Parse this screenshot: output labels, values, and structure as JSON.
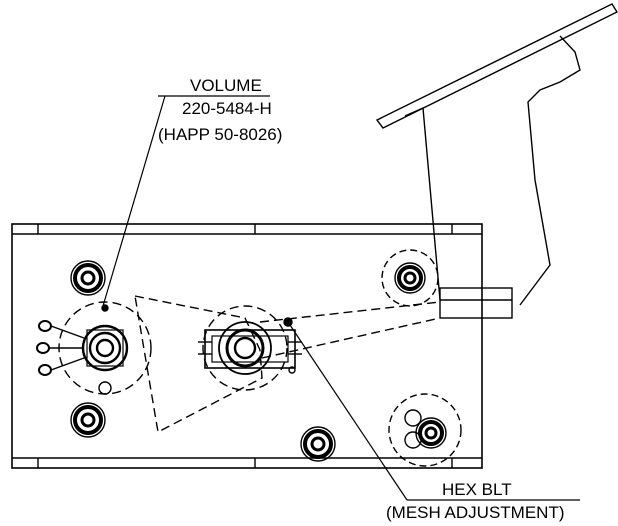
{
  "callouts": {
    "volume": {
      "name": "VOLUME",
      "part_number": "220-5484-H",
      "alt_part_number": "(HAPP 50-8026)"
    },
    "hex_bolt": {
      "name": "HEX BLT",
      "description": "(MESH ADJUSTMENT)"
    }
  },
  "colors": {
    "ink": "#000000",
    "background": "#ffffff"
  }
}
